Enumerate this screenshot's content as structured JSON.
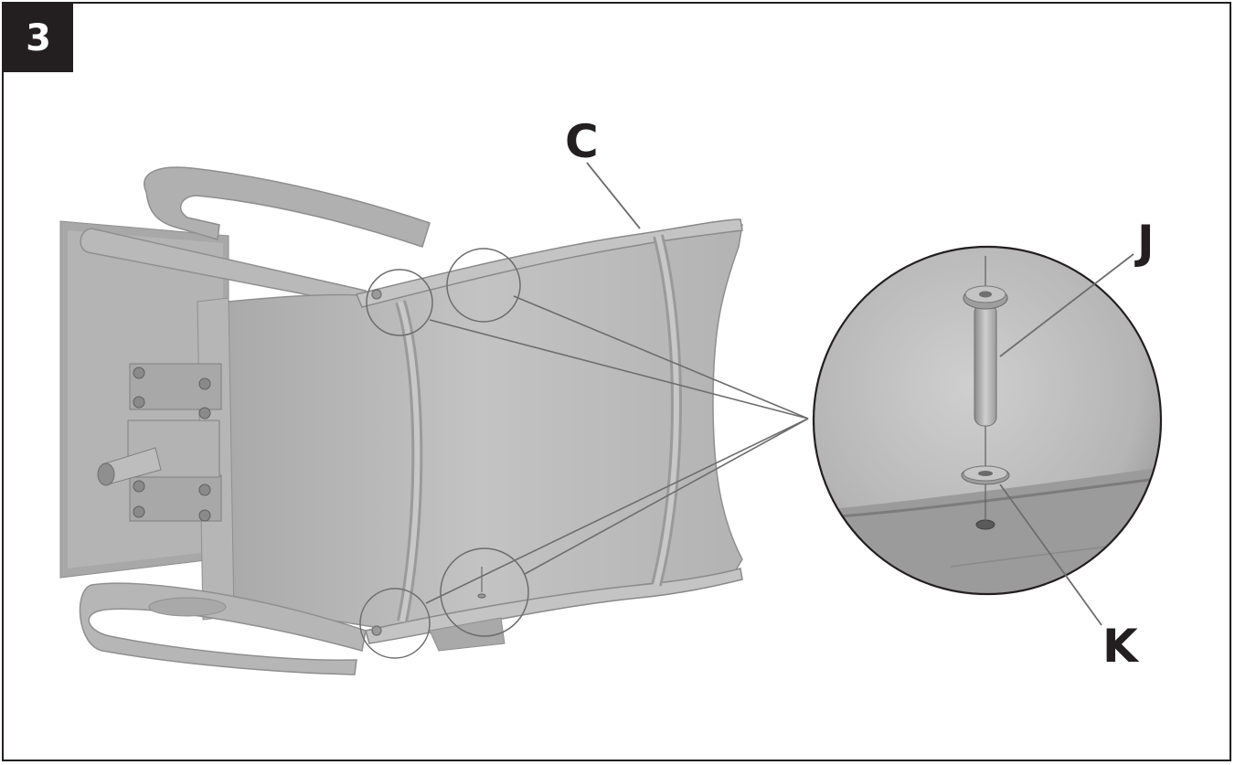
{
  "step": {
    "number": "3"
  },
  "labels": {
    "frame": "C",
    "bolt": "J",
    "washer": "K"
  },
  "colors": {
    "ink": "#231f20",
    "part_fill": "#b9b9b9",
    "part_dark": "#8f8f8f",
    "part_light": "#cfcfcf",
    "leader": "#6d6d6d"
  }
}
